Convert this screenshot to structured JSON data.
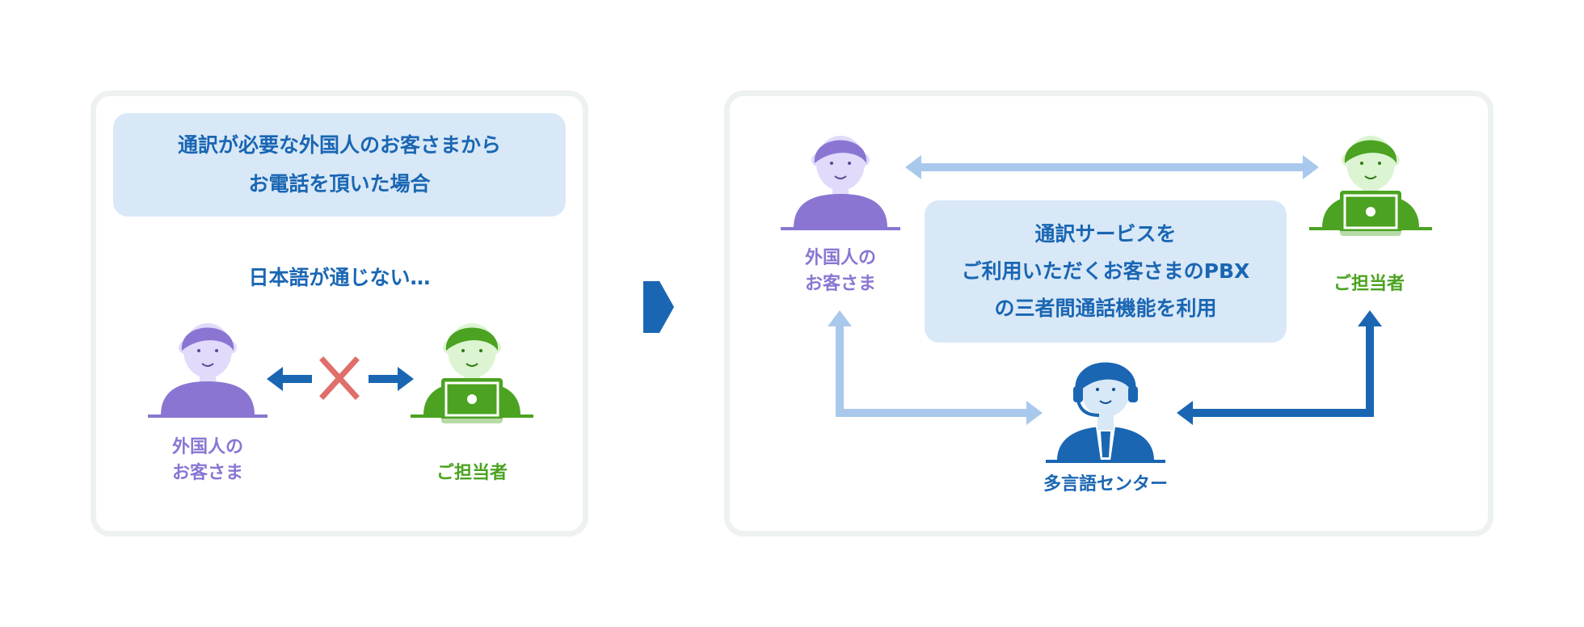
{
  "colors": {
    "customer": "#8a76d2",
    "customer_light": "#e1dafb",
    "staff": "#4ba321",
    "staff_light": "#dcf4d2",
    "accent_blue": "#1a66b3",
    "light_blue": "#a9c9ec",
    "callout_bg": "#d8e8f7",
    "cross": "#e06e6a",
    "panel_border": "#eef1f1"
  },
  "before": {
    "callout_line1": "通訳が必要な外国人のお客さまから",
    "callout_line2": "お電話を頂いた場合",
    "problem_text": "日本語が通じない…",
    "customer_label_line1": "外国人の",
    "customer_label_line2": "お客さま",
    "staff_label": "ご担当者",
    "icons": [
      "customer-avatar-icon",
      "arrow-left-icon",
      "cross-icon",
      "arrow-right-icon",
      "staff-laptop-icon"
    ]
  },
  "transition_icon": "chevron-right-icon",
  "after": {
    "customer_label_line1": "外国人の",
    "customer_label_line2": "お客さま",
    "staff_label": "ご担当者",
    "center_label": "多言語センター",
    "callout_line1": "通訳サービスを",
    "callout_line2": "ご利用いただくお客さまのPBX",
    "callout_line3": "の三者間通話機能を利用",
    "icons": [
      "customer-avatar-icon",
      "staff-laptop-icon",
      "operator-headset-icon",
      "double-arrow-icon",
      "elbow-arrow-icon"
    ]
  }
}
